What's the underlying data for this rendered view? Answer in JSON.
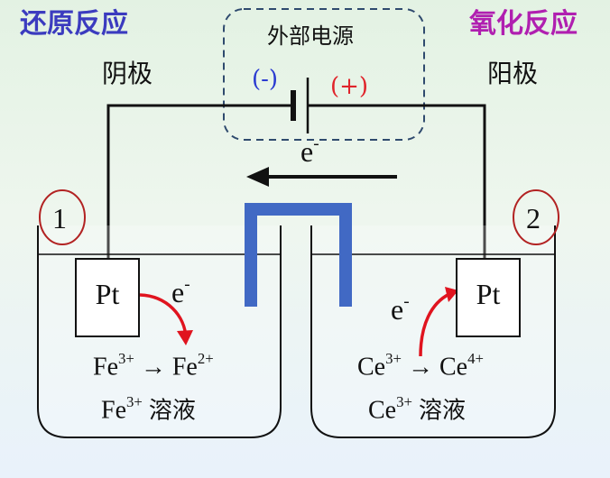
{
  "titles": {
    "reduction": "还原反应",
    "oxidation": "氧化反应"
  },
  "electrodes": {
    "cathode": "阴极",
    "anode": "阳极"
  },
  "power_source": {
    "label": "外部电源",
    "negative": "(-)",
    "positive": "(+)"
  },
  "electron": {
    "base": "e",
    "charge": "-"
  },
  "cells": {
    "left": {
      "number": "1",
      "electrode": "Pt",
      "reaction": {
        "from": "Fe",
        "from_charge": "3+",
        "arrow": "→",
        "to": "Fe",
        "to_charge": "2+"
      },
      "solution": {
        "ion": "Fe",
        "charge": "3+",
        "word": "溶液"
      }
    },
    "right": {
      "number": "2",
      "electrode": "Pt",
      "reaction": {
        "from": "Ce",
        "from_charge": "3+",
        "arrow": "→",
        "to": "Ce",
        "to_charge": "4+"
      },
      "solution": {
        "ion": "Ce",
        "charge": "3+",
        "word": "溶液"
      }
    }
  },
  "colors": {
    "reduction_title": "#3b3bbf",
    "oxidation_title": "#b01fb0",
    "salt_bridge": "#4169c4",
    "reaction_arrow": "#e0141f",
    "negative_terminal": "#2b3bd1",
    "positive_terminal": "#e0242b",
    "dashed_box": "#2f4a6e"
  }
}
